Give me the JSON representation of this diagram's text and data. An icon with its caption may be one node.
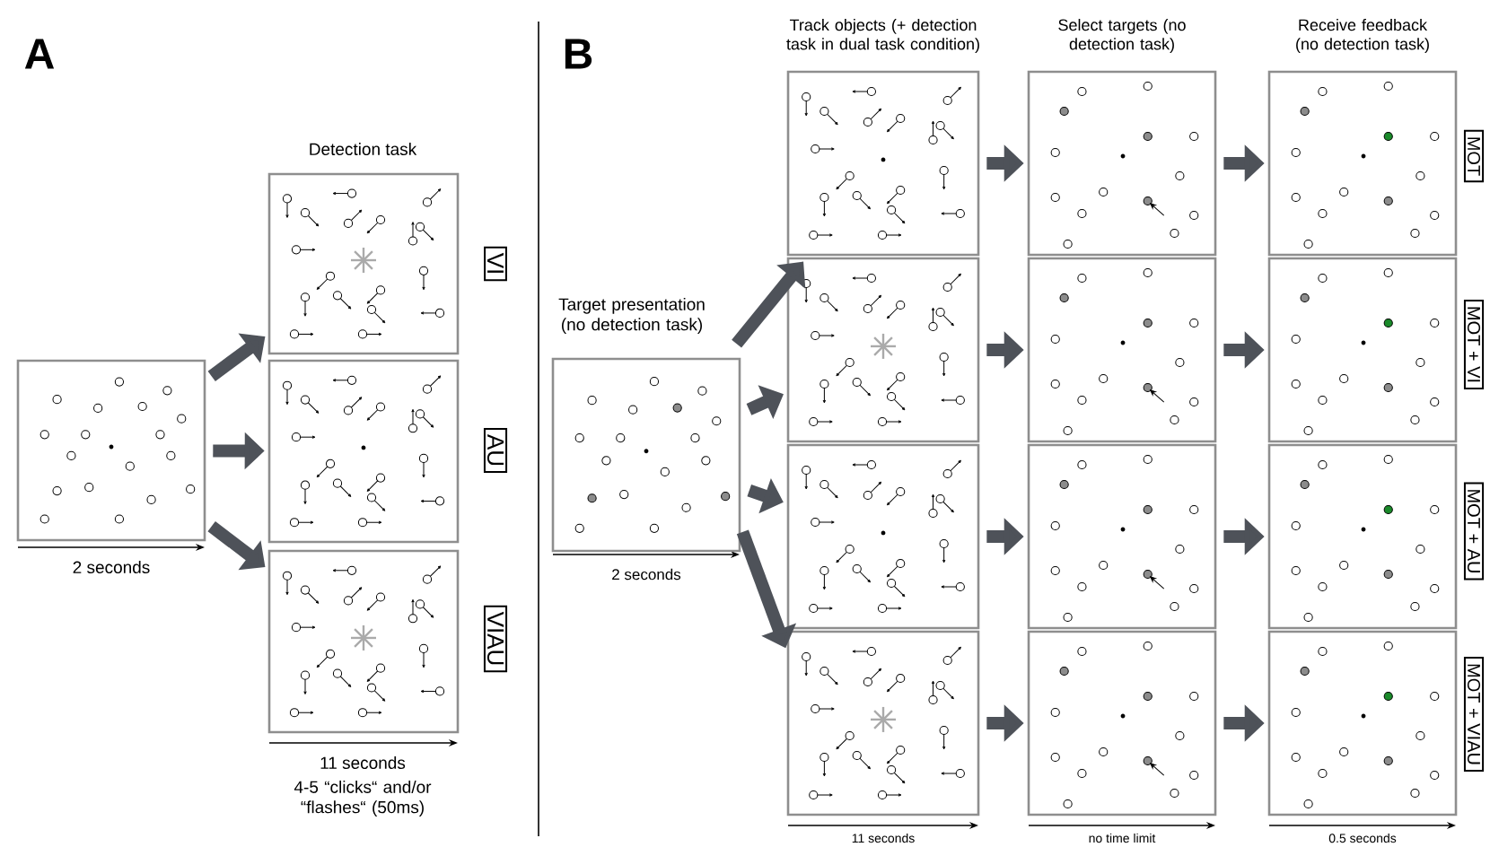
{
  "diagram": {
    "nodes": [
      {
        "text": [],
        "shape": "box"
      },
      {
        "text": [],
        "shape": "box",
        "beside": [
          "Detection task"
        ]
      },
      {
        "text": [],
        "shape": "box"
      },
      {
        "text": [],
        "shape": "box"
      },
      {
        "text": [
          "VI"
        ]
      },
      {
        "text": [
          "AU"
        ]
      },
      {
        "text": [
          "VIAU"
        ]
      },
      {
        "text": [],
        "shape": "box",
        "beside": [
          "Target presentation (no detection task)"
        ]
      },
      {
        "text": [],
        "shape": "box",
        "beside": [
          "Track objects (+ detection task in dual task condition)"
        ]
      },
      {
        "text": [],
        "shape": "box"
      },
      {
        "text": [],
        "shape": "box"
      },
      {
        "text": [],
        "shape": "box"
      },
      {
        "text": [],
        "shape": "box",
        "beside": [
          "Select targets (no detection task)"
        ]
      },
      {
        "text": [],
        "shape": "box"
      },
      {
        "text": [],
        "shape": "box"
      },
      {
        "text": [],
        "shape": "box"
      },
      {
        "text": [],
        "shape": "box",
        "beside": [
          "Receive feedback (no detection task)"
        ]
      },
      {
        "text": [],
        "shape": "box"
      },
      {
        "text": [],
        "shape": "box"
      },
      {
        "text": [],
        "shape": "box"
      },
      {
        "text": [
          "MOT"
        ]
      },
      {
        "text": [
          "MOT + VI"
        ]
      },
      {
        "text": [
          "MOT + AU"
        ]
      },
      {
        "text": [
          "MOT + VIAU"
        ]
      }
    ],
    "edges": [
      {
        "from": 0,
        "to": 1,
        "arrow": "to"
      },
      {
        "from": 0,
        "to": 2,
        "arrow": "to"
      },
      {
        "from": 0,
        "to": 3,
        "arrow": "to"
      },
      {
        "from": 7,
        "to": 8,
        "arrow": "to"
      },
      {
        "from": 7,
        "to": 9,
        "arrow": "to"
      },
      {
        "from": 7,
        "to": 10,
        "arrow": "to"
      },
      {
        "from": 7,
        "to": 11,
        "arrow": "to"
      },
      {
        "from": 8,
        "to": 12,
        "arrow": "to"
      },
      {
        "from": 9,
        "to": 13,
        "arrow": "to"
      },
      {
        "from": 10,
        "to": 14,
        "arrow": "to"
      },
      {
        "from": 11,
        "to": 15,
        "arrow": "to"
      },
      {
        "from": 12,
        "to": 16,
        "arrow": "to"
      },
      {
        "from": 13,
        "to": 17,
        "arrow": "to"
      },
      {
        "from": 14,
        "to": 18,
        "arrow": "to"
      },
      {
        "from": 15,
        "to": 19,
        "arrow": "to"
      }
    ],
    "labels": [
      "A",
      "B",
      "2 seconds",
      "11 seconds",
      "4-5 “clicks“ and/or “flashes“ (50ms)",
      "2 seconds",
      "11 seconds",
      "no time limit",
      "0.5 seconds"
    ]
  }
}
